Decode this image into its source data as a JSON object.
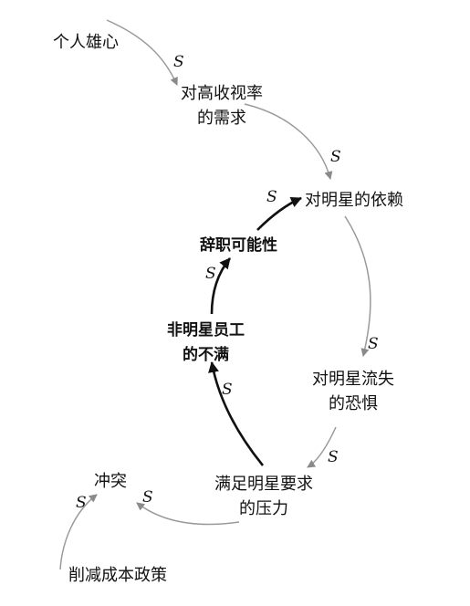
{
  "nodes": {
    "ambition": "个人雄心",
    "rating_demand": "对高收视率\n的需求",
    "star_dependency": "对明星的依赖",
    "quit_likelihood": "辞职可能性",
    "non_star_dissatisfaction": "非明星员工\n的不满",
    "fear_star_loss": "对明星流失\n的恐惧",
    "pressure_star_demands": "满足明星要求\n的压力",
    "conflict": "冲突",
    "cost_cutting": "削减成本政策"
  },
  "link_polarity": "S",
  "colors": {
    "text": "#111111",
    "thin_link": "#9a9a9a",
    "thick_link": "#111111"
  }
}
